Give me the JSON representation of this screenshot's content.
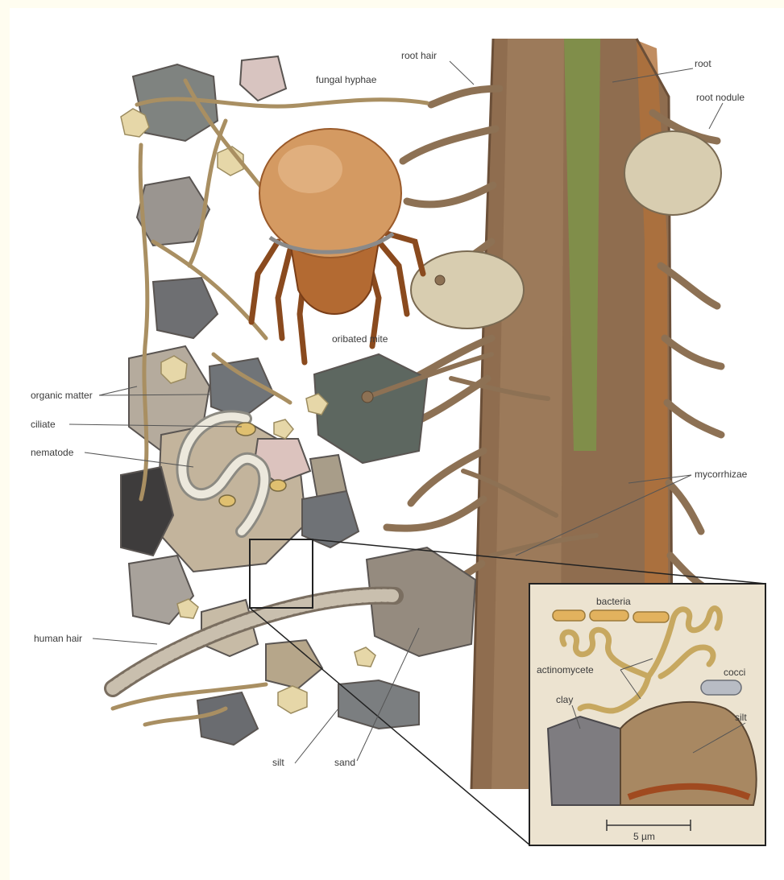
{
  "labels": {
    "fungal_hyphae": "fungal hyphae",
    "root_hair": "root hair",
    "root": "root",
    "root_nodule": "root nodule",
    "oribated_mite": "oribated mite",
    "organic_matter": "organic matter",
    "ciliate": "ciliate",
    "nematode": "nematode",
    "mycorrhizae": "mycorrhizae",
    "human_hair": "human hair",
    "silt": "silt",
    "sand": "sand"
  },
  "inset": {
    "bacteria": "bacteria",
    "actinomycete": "actinomycete",
    "cocci": "cocci",
    "clay": "clay",
    "silt": "silt",
    "scale": "5 µm"
  },
  "colors": {
    "background": "#fffdf0",
    "root": "#8a6a4c",
    "root_stripe": "#7a9a4a",
    "hyphae": "#a98f62",
    "mite": "#c98a52",
    "inset_bg": "#ece3d0"
  }
}
